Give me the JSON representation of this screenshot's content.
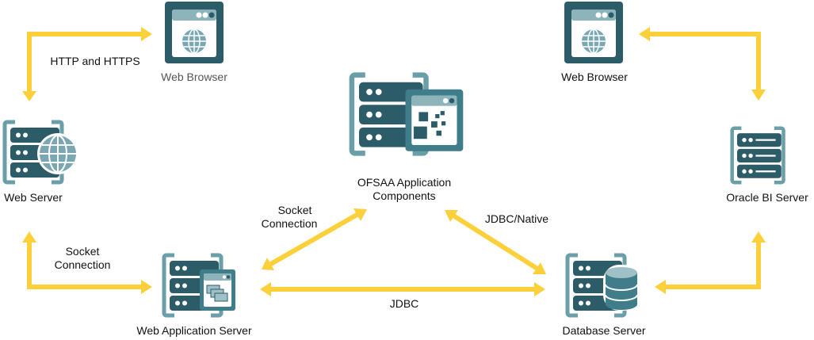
{
  "nodes": {
    "web_browser_left": {
      "label": "Web Browser"
    },
    "web_browser_right": {
      "label": "Web Browser"
    },
    "ofsaa": {
      "label_line1": "OFSAA Application",
      "label_line2": "Components"
    },
    "web_server": {
      "label": "Web Server"
    },
    "oracle_bi_server": {
      "label": "Oracle BI Server"
    },
    "web_app_server": {
      "label": "Web Application Server"
    },
    "database_server": {
      "label": "Database Server"
    }
  },
  "connections": {
    "http": {
      "label": "HTTP and HTTPS"
    },
    "socket_left": {
      "line1": "Socket",
      "line2": "Connection"
    },
    "socket_center": {
      "line1": "Socket",
      "line2": "Connection"
    },
    "jdbc_native": {
      "label": "JDBC/Native"
    },
    "jdbc": {
      "label": "JDBC"
    }
  },
  "colors": {
    "dark": "#2c5c68",
    "light": "#6a9ea9",
    "pale": "#9fc0c7",
    "arrow": "#fcd03a"
  }
}
